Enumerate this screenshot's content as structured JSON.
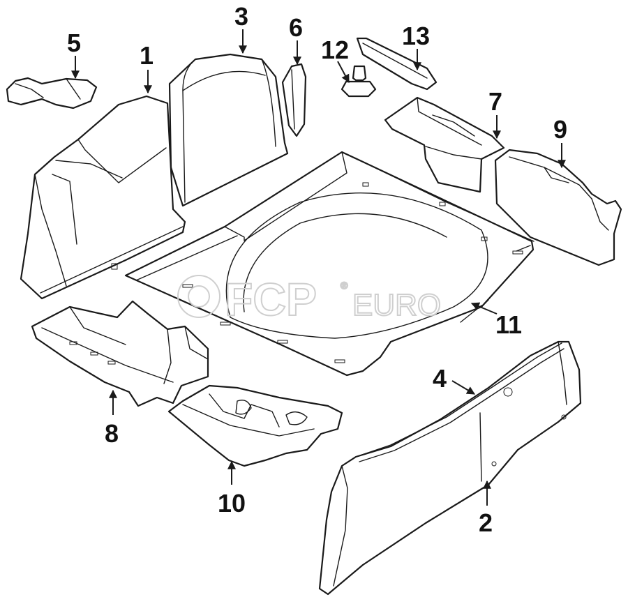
{
  "watermark": {
    "brand": "FCP",
    "suffix": "EURO",
    "registered": "®"
  },
  "callouts": [
    {
      "id": "1",
      "label": "1"
    },
    {
      "id": "2",
      "label": "2"
    },
    {
      "id": "3",
      "label": "3"
    },
    {
      "id": "4",
      "label": "4"
    },
    {
      "id": "5",
      "label": "5"
    },
    {
      "id": "6",
      "label": "6"
    },
    {
      "id": "7",
      "label": "7"
    },
    {
      "id": "8",
      "label": "8"
    },
    {
      "id": "9",
      "label": "9"
    },
    {
      "id": "10",
      "label": "10"
    },
    {
      "id": "11",
      "label": "11"
    },
    {
      "id": "12",
      "label": "12"
    },
    {
      "id": "13",
      "label": "13"
    }
  ]
}
